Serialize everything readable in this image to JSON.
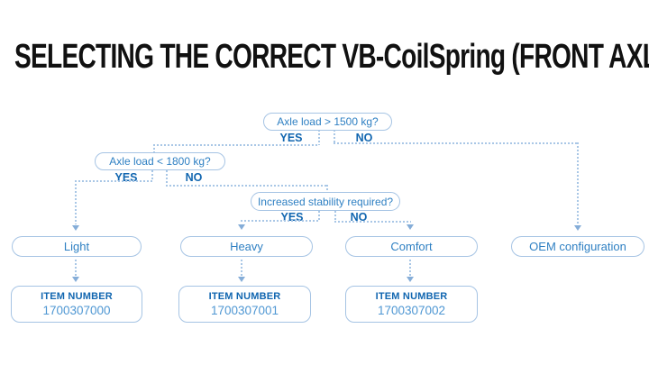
{
  "title": "SELECTING THE CORRECT VB-CoilSpring (FRONT AXLE)",
  "colors": {
    "background": "#ffffff",
    "title_text": "#111111",
    "box_border": "#a6c4e4",
    "box_text": "#2f80c3",
    "label_text": "#1166b0",
    "line": "#a9c7e6",
    "arrow": "#85add8",
    "item_number_value": "#4f97d3"
  },
  "flowchart": {
    "decisions": [
      {
        "question": "Axle load > 1500 kg?",
        "yes_label": "YES",
        "no_label": "NO"
      },
      {
        "question": "Axle load < 1800 kg?",
        "yes_label": "YES",
        "no_label": "NO"
      },
      {
        "question": "Increased stability required?",
        "yes_label": "YES",
        "no_label": "NO"
      }
    ],
    "outcomes": [
      {
        "label": "Light",
        "item_label": "ITEM NUMBER",
        "item_number": "1700307000"
      },
      {
        "label": "Heavy",
        "item_label": "ITEM NUMBER",
        "item_number": "1700307001"
      },
      {
        "label": "Comfort",
        "item_label": "ITEM NUMBER",
        "item_number": "1700307002"
      },
      {
        "label": "OEM configuration"
      }
    ]
  }
}
